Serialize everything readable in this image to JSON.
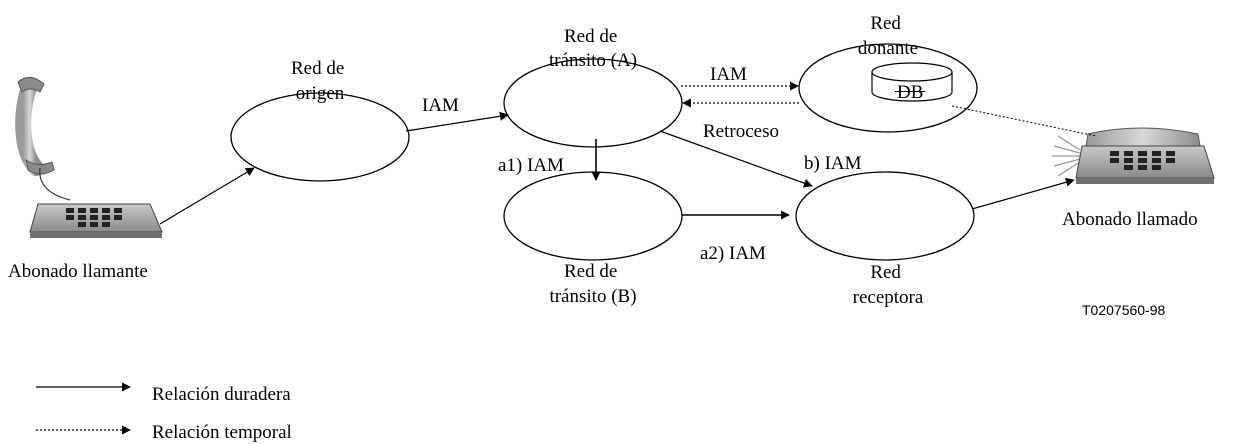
{
  "nodes": {
    "origin": [
      "Red de",
      "origen"
    ],
    "transit_a": [
      "Red de",
      "tránsito (A)"
    ],
    "donor": [
      "Red",
      "donante"
    ],
    "transit_b": [
      "Red de",
      "tránsito (B)"
    ],
    "receiver": [
      "Red",
      "receptora"
    ]
  },
  "database": "DB",
  "edges": {
    "origin_to_transit_a": "IAM",
    "transit_a_to_donor": "IAM",
    "donor_to_transit_a": "Retroceso",
    "transit_a_to_transit_b": "a1) IAM",
    "transit_a_to_receiver": "b) IAM",
    "transit_b_to_receiver": "a2) IAM"
  },
  "subscribers": {
    "calling": "Abonado llamante",
    "called": "Abonado llamado"
  },
  "figure_code": "T0207560-98",
  "legend": {
    "permanent": "Relación duradera",
    "temporary": "Relación temporal"
  }
}
